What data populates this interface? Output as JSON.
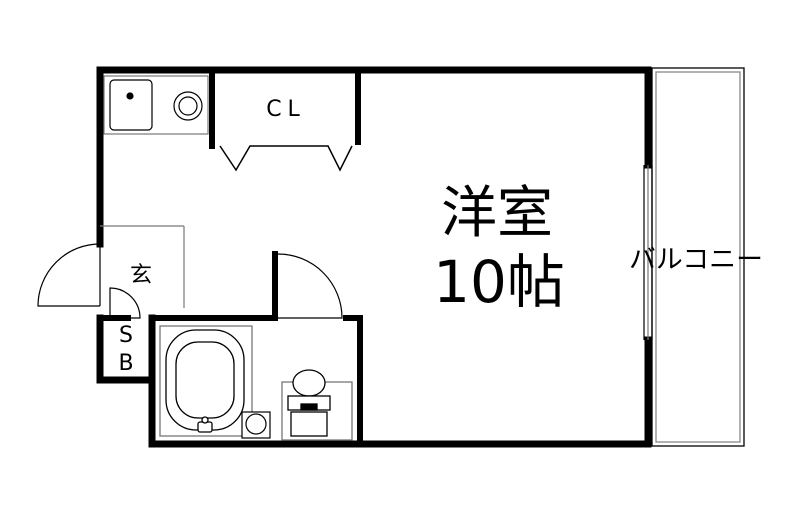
{
  "floorplan": {
    "main_room": {
      "name": "洋室",
      "size": "10帖"
    },
    "closet": "CL",
    "entrance": "玄",
    "shoe_box": {
      "line1": "S",
      "line2": "B"
    },
    "balcony": "バルコニー"
  },
  "colors": {
    "wall": "#000000",
    "thin": "#555555",
    "fill": "#ffffff"
  }
}
